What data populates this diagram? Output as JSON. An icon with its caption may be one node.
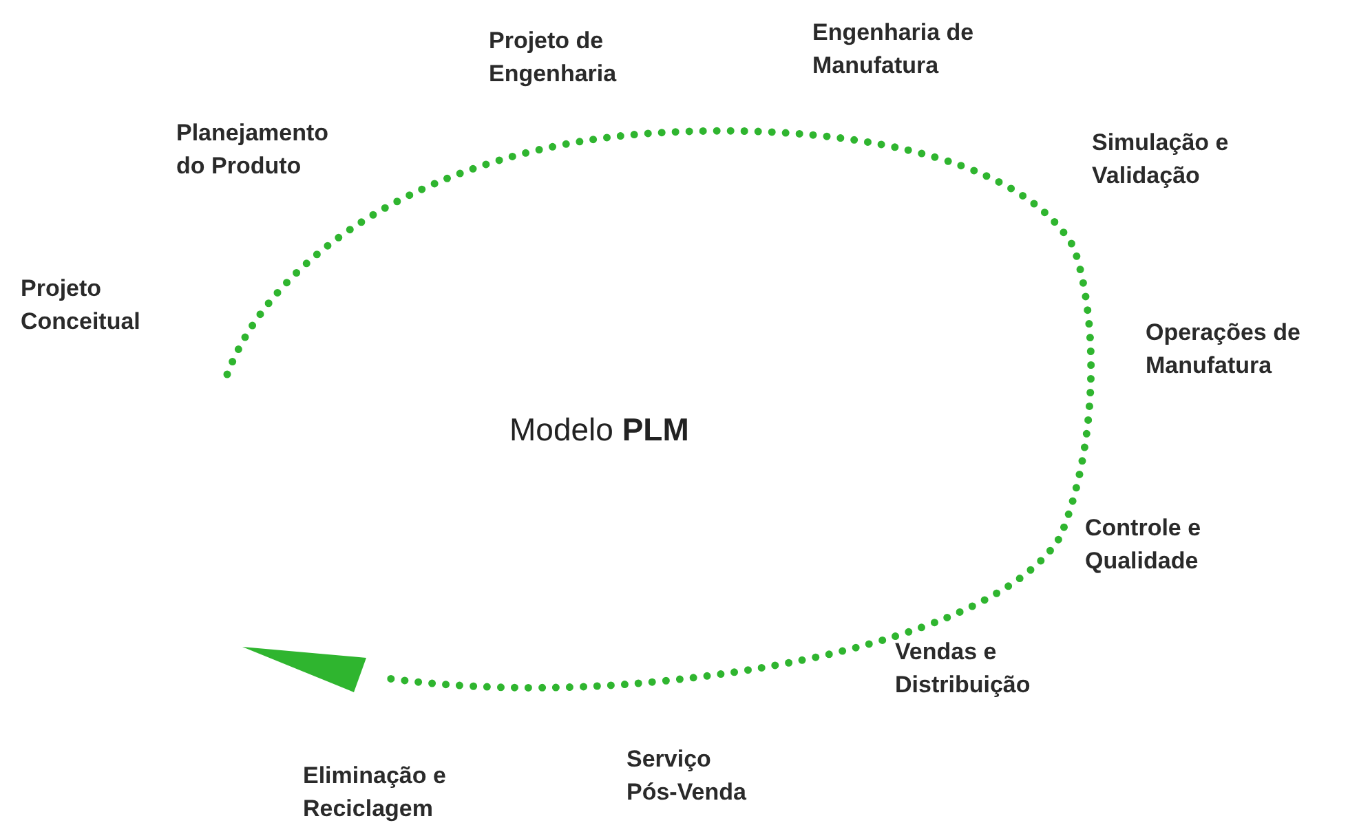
{
  "diagram": {
    "title": "Modelo **PLM**",
    "labels": [
      "Projeto de Engenharia",
      "Engenharia de Manufatura",
      "Planejamento do Produto",
      "Simulação e Validação",
      "Projeto Conceitual",
      "Operações de Manufatura",
      "Controle e Qualidade",
      "Vendas e Distribuição",
      "Serviço Pós-Venda",
      "Eliminação e Reciclagem"
    ]
  }
}
